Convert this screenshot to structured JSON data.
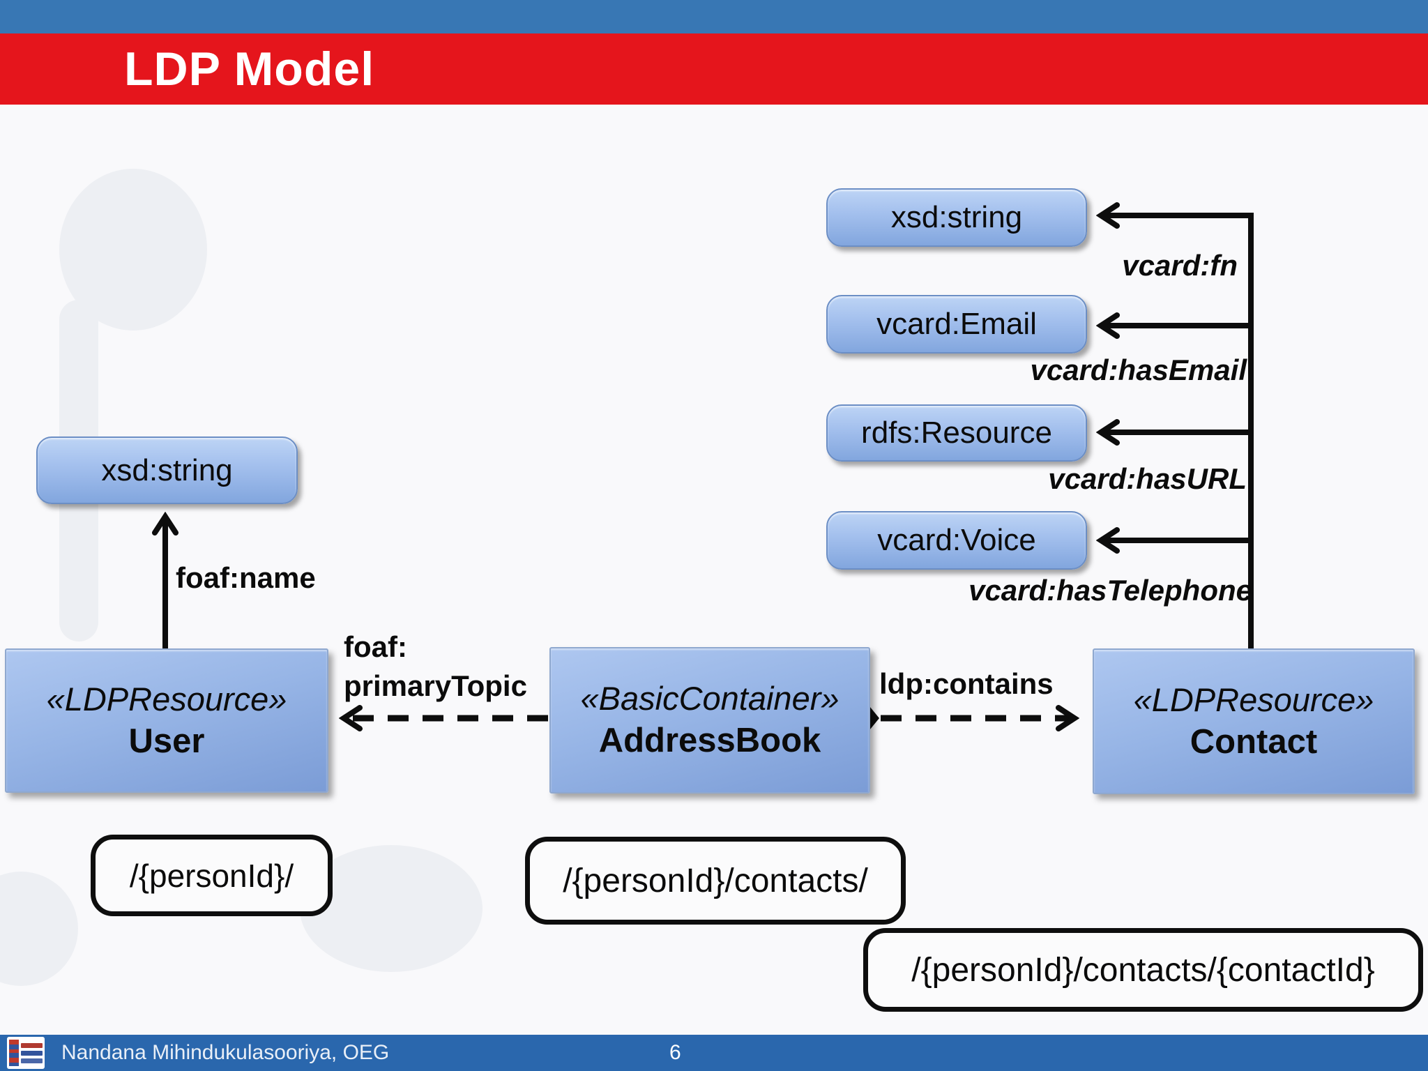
{
  "slide": {
    "title": "LDP Model",
    "page_number": "6",
    "footer_author": "Nandana Mihindukulasooriya, OEG",
    "colors": {
      "top_bar": "#3877b4",
      "title_bar_red": "#e5151c",
      "footer_bar": "#2a67ad",
      "node_fill_light": "#bdd4f5",
      "node_fill_dark": "#7b9cd6",
      "edge_black": "#0d0d0d"
    }
  },
  "diagram": {
    "class_nodes": [
      {
        "id": "user",
        "stereotype": "«LDPResource»",
        "name": "User"
      },
      {
        "id": "addressbook",
        "stereotype": "«BasicContainer»",
        "name": "AddressBook"
      },
      {
        "id": "contact",
        "stereotype": "«LDPResource»",
        "name": "Contact"
      }
    ],
    "datatype_nodes": [
      {
        "id": "xsd-string-left",
        "label": "xsd:string"
      },
      {
        "id": "xsd-string-right",
        "label": "xsd:string"
      },
      {
        "id": "vcard-email",
        "label": "vcard:Email"
      },
      {
        "id": "rdfs-resource",
        "label": "rdfs:Resource"
      },
      {
        "id": "vcard-voice",
        "label": "vcard:Voice"
      }
    ],
    "edge_labels": {
      "foaf_name": "foaf:name",
      "foaf_primary_topic_line1": "foaf:",
      "foaf_primary_topic_line2": "primaryTopic",
      "ldp_contains": "ldp:contains",
      "vcard_fn": "vcard:fn",
      "vcard_has_email": "vcard:hasEmail",
      "vcard_has_url": "vcard:hasURL",
      "vcard_has_telephone": "vcard:hasTelephone"
    },
    "uri_templates": [
      "/{personId}/",
      "/{personId}/contacts/",
      "/{personId}/contacts/{contactId}"
    ]
  }
}
